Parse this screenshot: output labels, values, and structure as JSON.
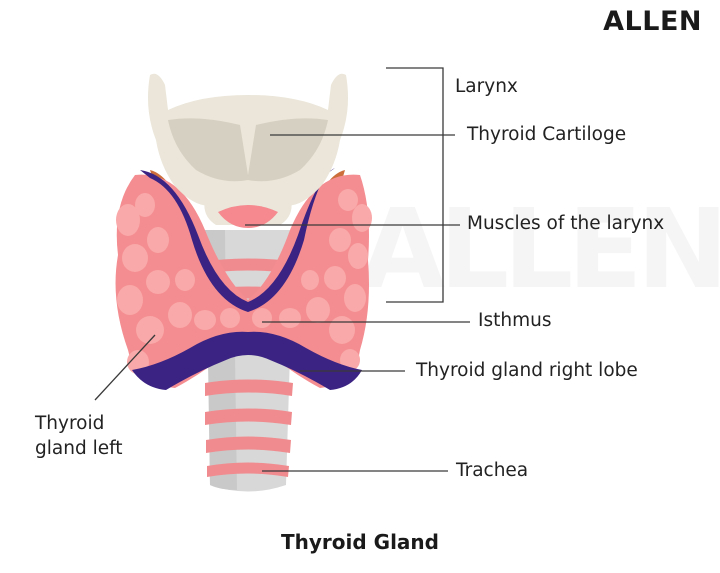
{
  "brand": {
    "logo_text": "ALLEN",
    "watermark_text": "ALLEN"
  },
  "labels": {
    "larynx": "Larynx",
    "thyroid_cartilage": "Thyroid Cartiloge",
    "muscles_larynx": "Muscles of the larynx",
    "isthmus": "Isthmus",
    "right_lobe": "Thyroid gland right lobe",
    "left_lobe_line1": "Thyroid",
    "left_lobe_line2": "gland left",
    "trachea": "Trachea"
  },
  "caption": "Thyroid Gland",
  "colors": {
    "cartilage": "#ebe6d9",
    "cartilage_shadow": "#d6d0c2",
    "gland": "#f48d91",
    "lobule": "#f9a9a9",
    "outline": "#3b2383",
    "trachea": "#d9d9d9",
    "trachea_ring": "#f08c8f",
    "muscle": "#cc6d3c",
    "mouth": "#f5898f"
  }
}
